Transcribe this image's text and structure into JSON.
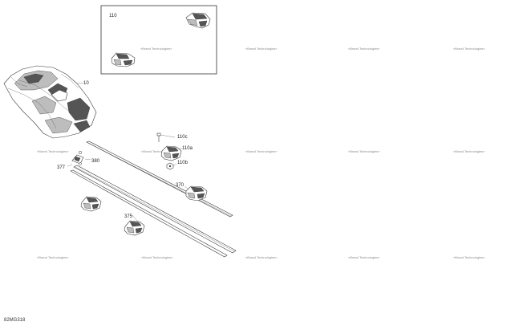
{
  "callouts": {
    "box_ref": "110",
    "fender": "10",
    "c110c": "110c",
    "c110a": "110a",
    "c110b": "110b",
    "c370": "370",
    "c375": "375",
    "c377": "377",
    "c380": "380"
  },
  "watermark": "«Brand Technologies»",
  "figure_id": "82MG318"
}
